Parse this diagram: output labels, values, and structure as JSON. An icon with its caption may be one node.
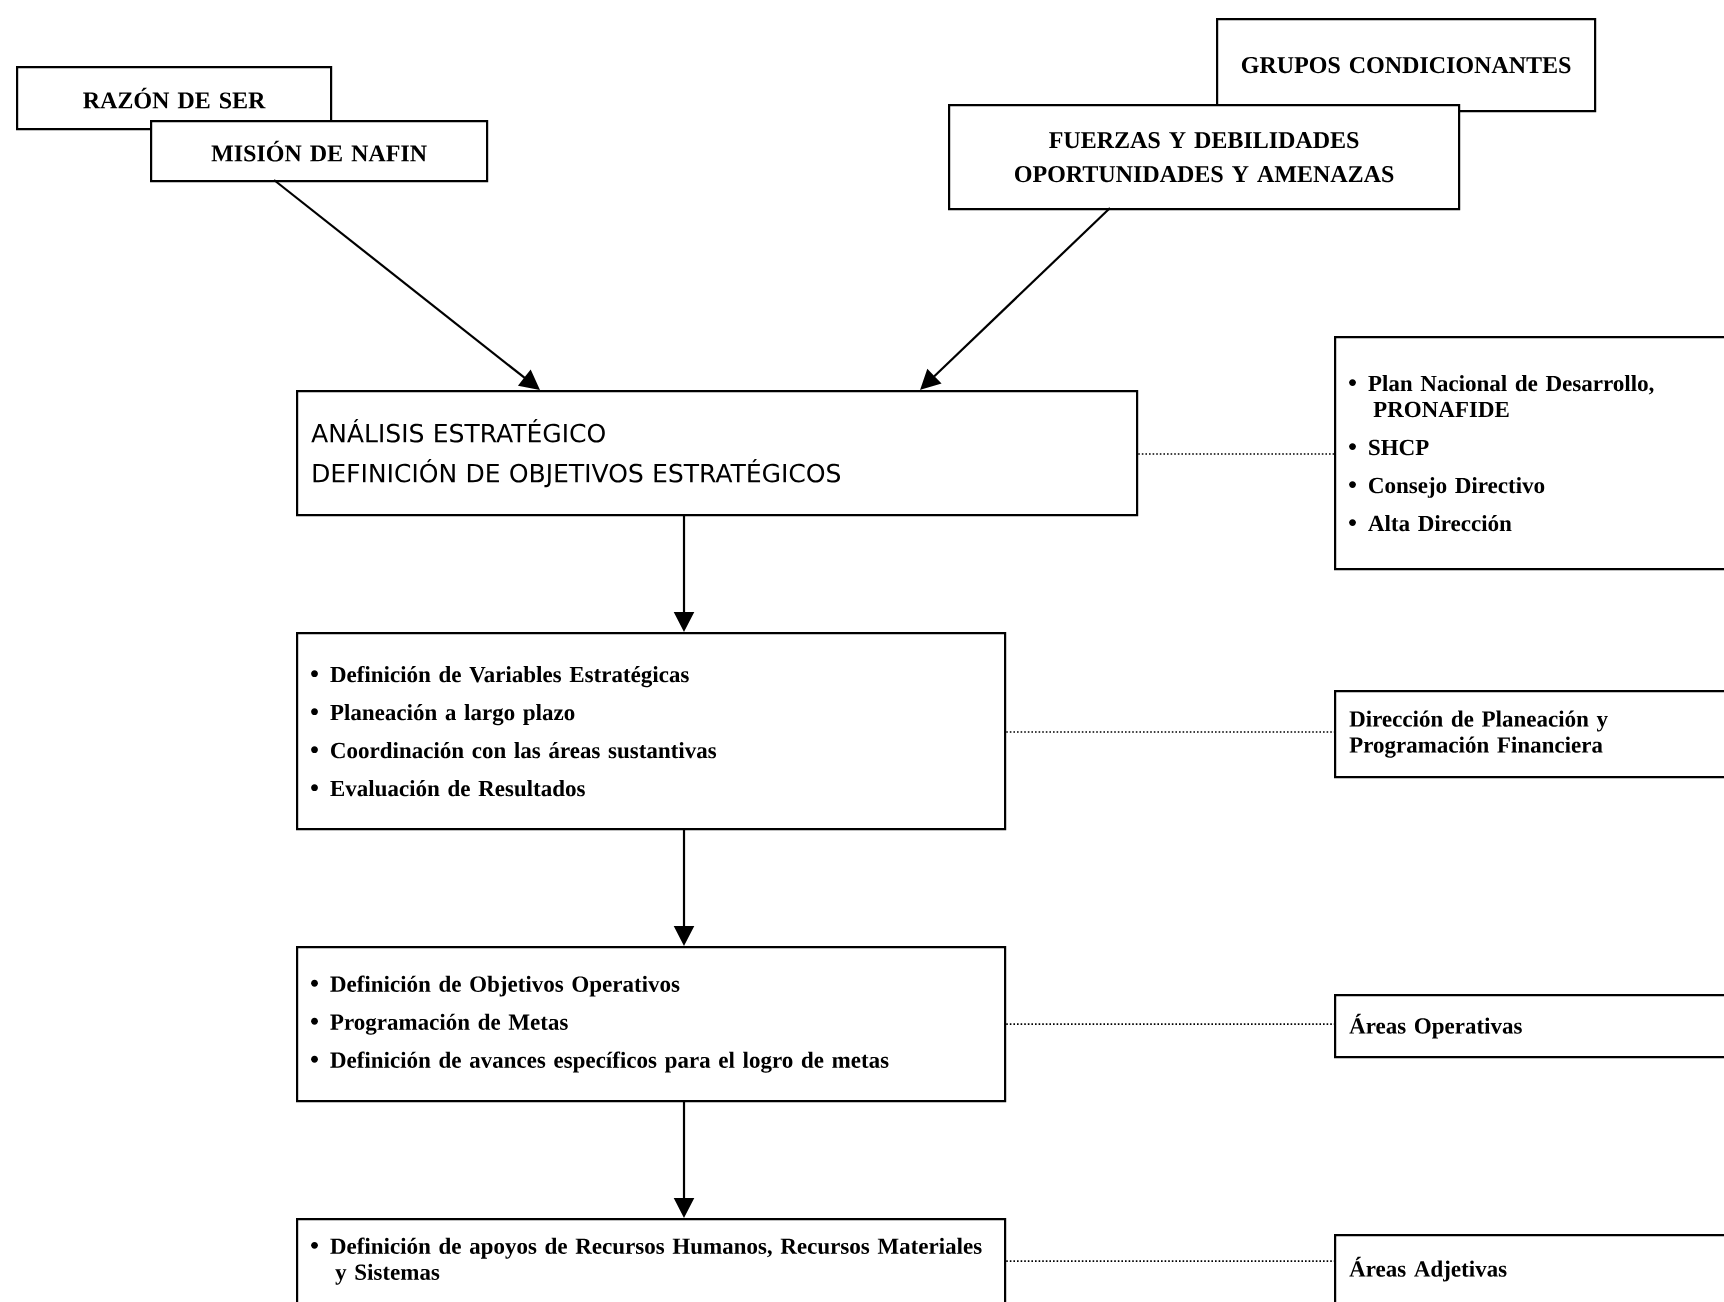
{
  "diagram": {
    "nodes": [
      {
        "text": [
          "RAZÓN DE SER"
        ]
      },
      {
        "text": [
          "MISIÓN DE NAFIN"
        ]
      },
      {
        "text": [
          "GRUPOS CONDICIONANTES"
        ]
      },
      {
        "text": [
          "FUERZAS Y DEBILIDADES",
          "OPORTUNIDADES Y AMENAZAS"
        ]
      },
      {
        "text": [
          "ANÁLISIS ESTRATÉGICO",
          "DEFINICIÓN DE OBJETIVOS ESTRATÉGICOS"
        ]
      },
      {
        "text": [
          "Plan Nacional de Desarrollo, PRONAFIDE",
          "SHCP",
          "Consejo Directivo",
          "Alta Dirección"
        ]
      },
      {
        "text": [
          "Definición de Variables Estratégicas",
          "Planeación a largo plazo",
          "Coordinación con las áreas sustantivas",
          "Evaluación de Resultados"
        ]
      },
      {
        "text": [
          "Dirección de Planeación y Programación Financiera"
        ]
      },
      {
        "text": [
          "Definición de Objetivos Operativos",
          "Programación de Metas",
          "Definición de avances específicos para el logro de metas"
        ]
      },
      {
        "text": [
          "Áreas Operativas"
        ]
      },
      {
        "text": [
          "Definición de apoyos de Recursos Humanos, Recursos Materiales y Sistemas"
        ]
      },
      {
        "text": [
          "Áreas Adjetivas"
        ]
      }
    ],
    "edges": [
      {
        "from": 1,
        "to": 4,
        "arrow": "to"
      },
      {
        "from": 3,
        "to": 4,
        "arrow": "to"
      },
      {
        "from": 4,
        "to": 6,
        "arrow": "to"
      },
      {
        "from": 6,
        "to": 8,
        "arrow": "to"
      },
      {
        "from": 8,
        "to": 10,
        "arrow": "to"
      },
      {
        "from": 4,
        "to": 5,
        "arrow": "none",
        "style": "dashed"
      },
      {
        "from": 6,
        "to": 7,
        "arrow": "none",
        "style": "dashed"
      },
      {
        "from": 8,
        "to": 9,
        "arrow": "none",
        "style": "dashed"
      },
      {
        "from": 10,
        "to": 11,
        "arrow": "none",
        "style": "dashed"
      }
    ]
  }
}
